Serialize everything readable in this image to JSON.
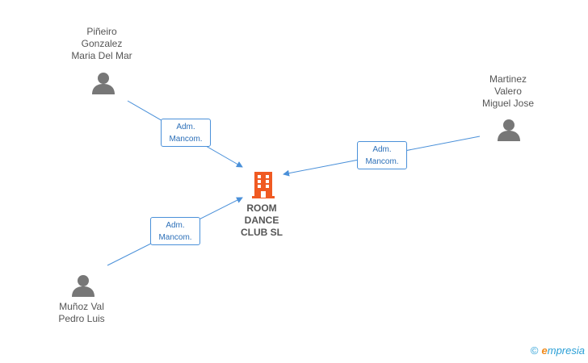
{
  "company": {
    "name_lines": [
      "ROOM",
      "DANCE",
      "CLUB SL"
    ],
    "icon": "building-icon",
    "color": "#f05a22"
  },
  "people": [
    {
      "id": "pineiro",
      "name_lines": [
        "Piñeiro",
        "Gonzalez",
        "Maria Del Mar"
      ],
      "icon": "person-icon"
    },
    {
      "id": "martinez",
      "name_lines": [
        "Martinez",
        "Valero",
        "Miguel Jose"
      ],
      "icon": "person-icon"
    },
    {
      "id": "munoz",
      "name_lines": [
        "Muñoz Val",
        "Pedro Luis"
      ],
      "icon": "person-icon"
    }
  ],
  "relations": [
    {
      "from": "pineiro",
      "label_lines": [
        "Adm.",
        "Mancom."
      ]
    },
    {
      "from": "martinez",
      "label_lines": [
        "Adm.",
        "Mancom."
      ]
    },
    {
      "from": "munoz",
      "label_lines": [
        "Adm.",
        "Mancom."
      ]
    }
  ],
  "colors": {
    "edge": "#4a90d9",
    "person_icon": "#777777",
    "text": "#555555"
  },
  "watermark": {
    "copyright": "©",
    "brand_first": "e",
    "brand_rest": "mpresia"
  }
}
